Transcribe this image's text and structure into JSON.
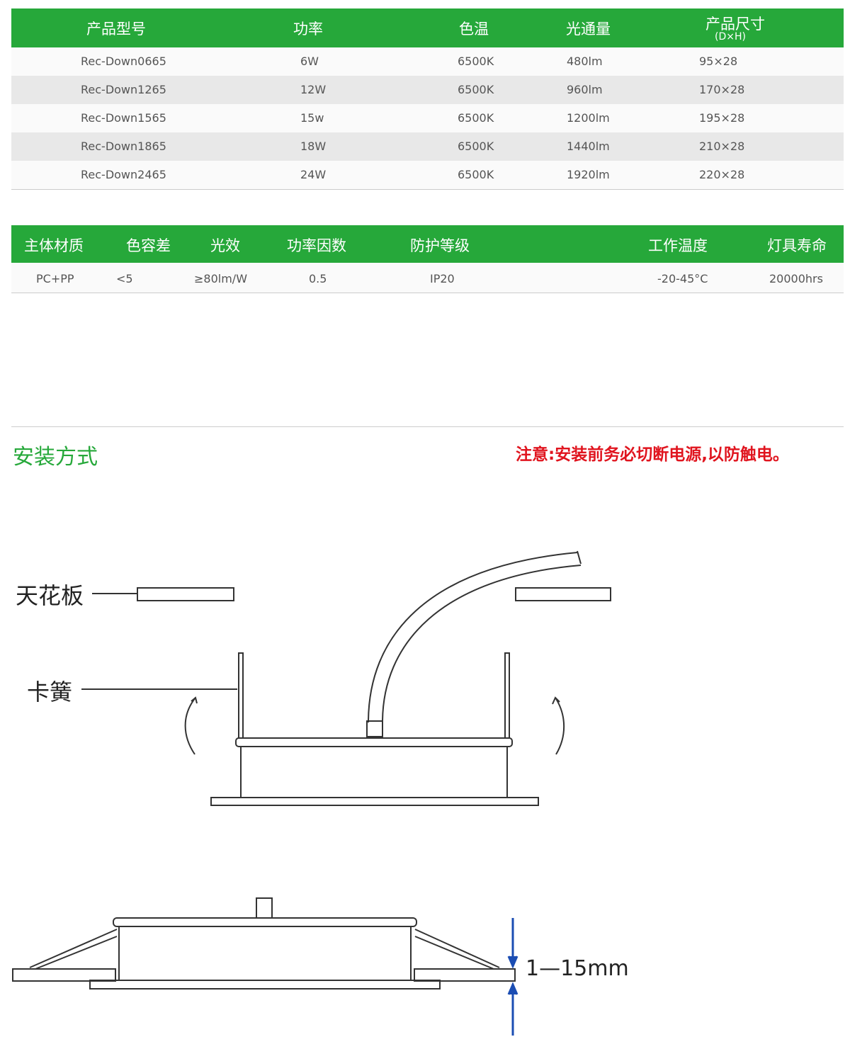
{
  "spec_table": {
    "headers": [
      "产品型号",
      "功率",
      "色温",
      "光通量",
      "产品尺寸"
    ],
    "size_sub": "(D×H)",
    "rows": [
      [
        "Rec-Down0665",
        "6W",
        "6500K",
        "480lm",
        "95×28"
      ],
      [
        "Rec-Down1265",
        "12W",
        "6500K",
        "960lm",
        "170×28"
      ],
      [
        "Rec-Down1565",
        "15w",
        "6500K",
        "1200lm",
        "195×28"
      ],
      [
        "Rec-Down1865",
        "18W",
        "6500K",
        "1440lm",
        "210×28"
      ],
      [
        "Rec-Down2465",
        "24W",
        "6500K",
        "1920lm",
        "220×28"
      ]
    ]
  },
  "param_table": {
    "headers": [
      "主体材质",
      "色容差",
      "光效",
      "功率因数",
      "防护等级",
      "工作温度",
      "灯具寿命"
    ],
    "values": [
      "PC+PP",
      "<5",
      "≥80lm/W",
      "0.5",
      "IP20",
      "-20-45°C",
      "20000hrs"
    ]
  },
  "install": {
    "title": "安装方式",
    "warning": "注意:安装前务必切断电源,以防触电。",
    "ceiling_label": "天花板",
    "spring_label": "卡簧",
    "thickness_label": "1—15mm"
  },
  "colors": {
    "green": "#26a83a",
    "warning": "#e0141e"
  }
}
